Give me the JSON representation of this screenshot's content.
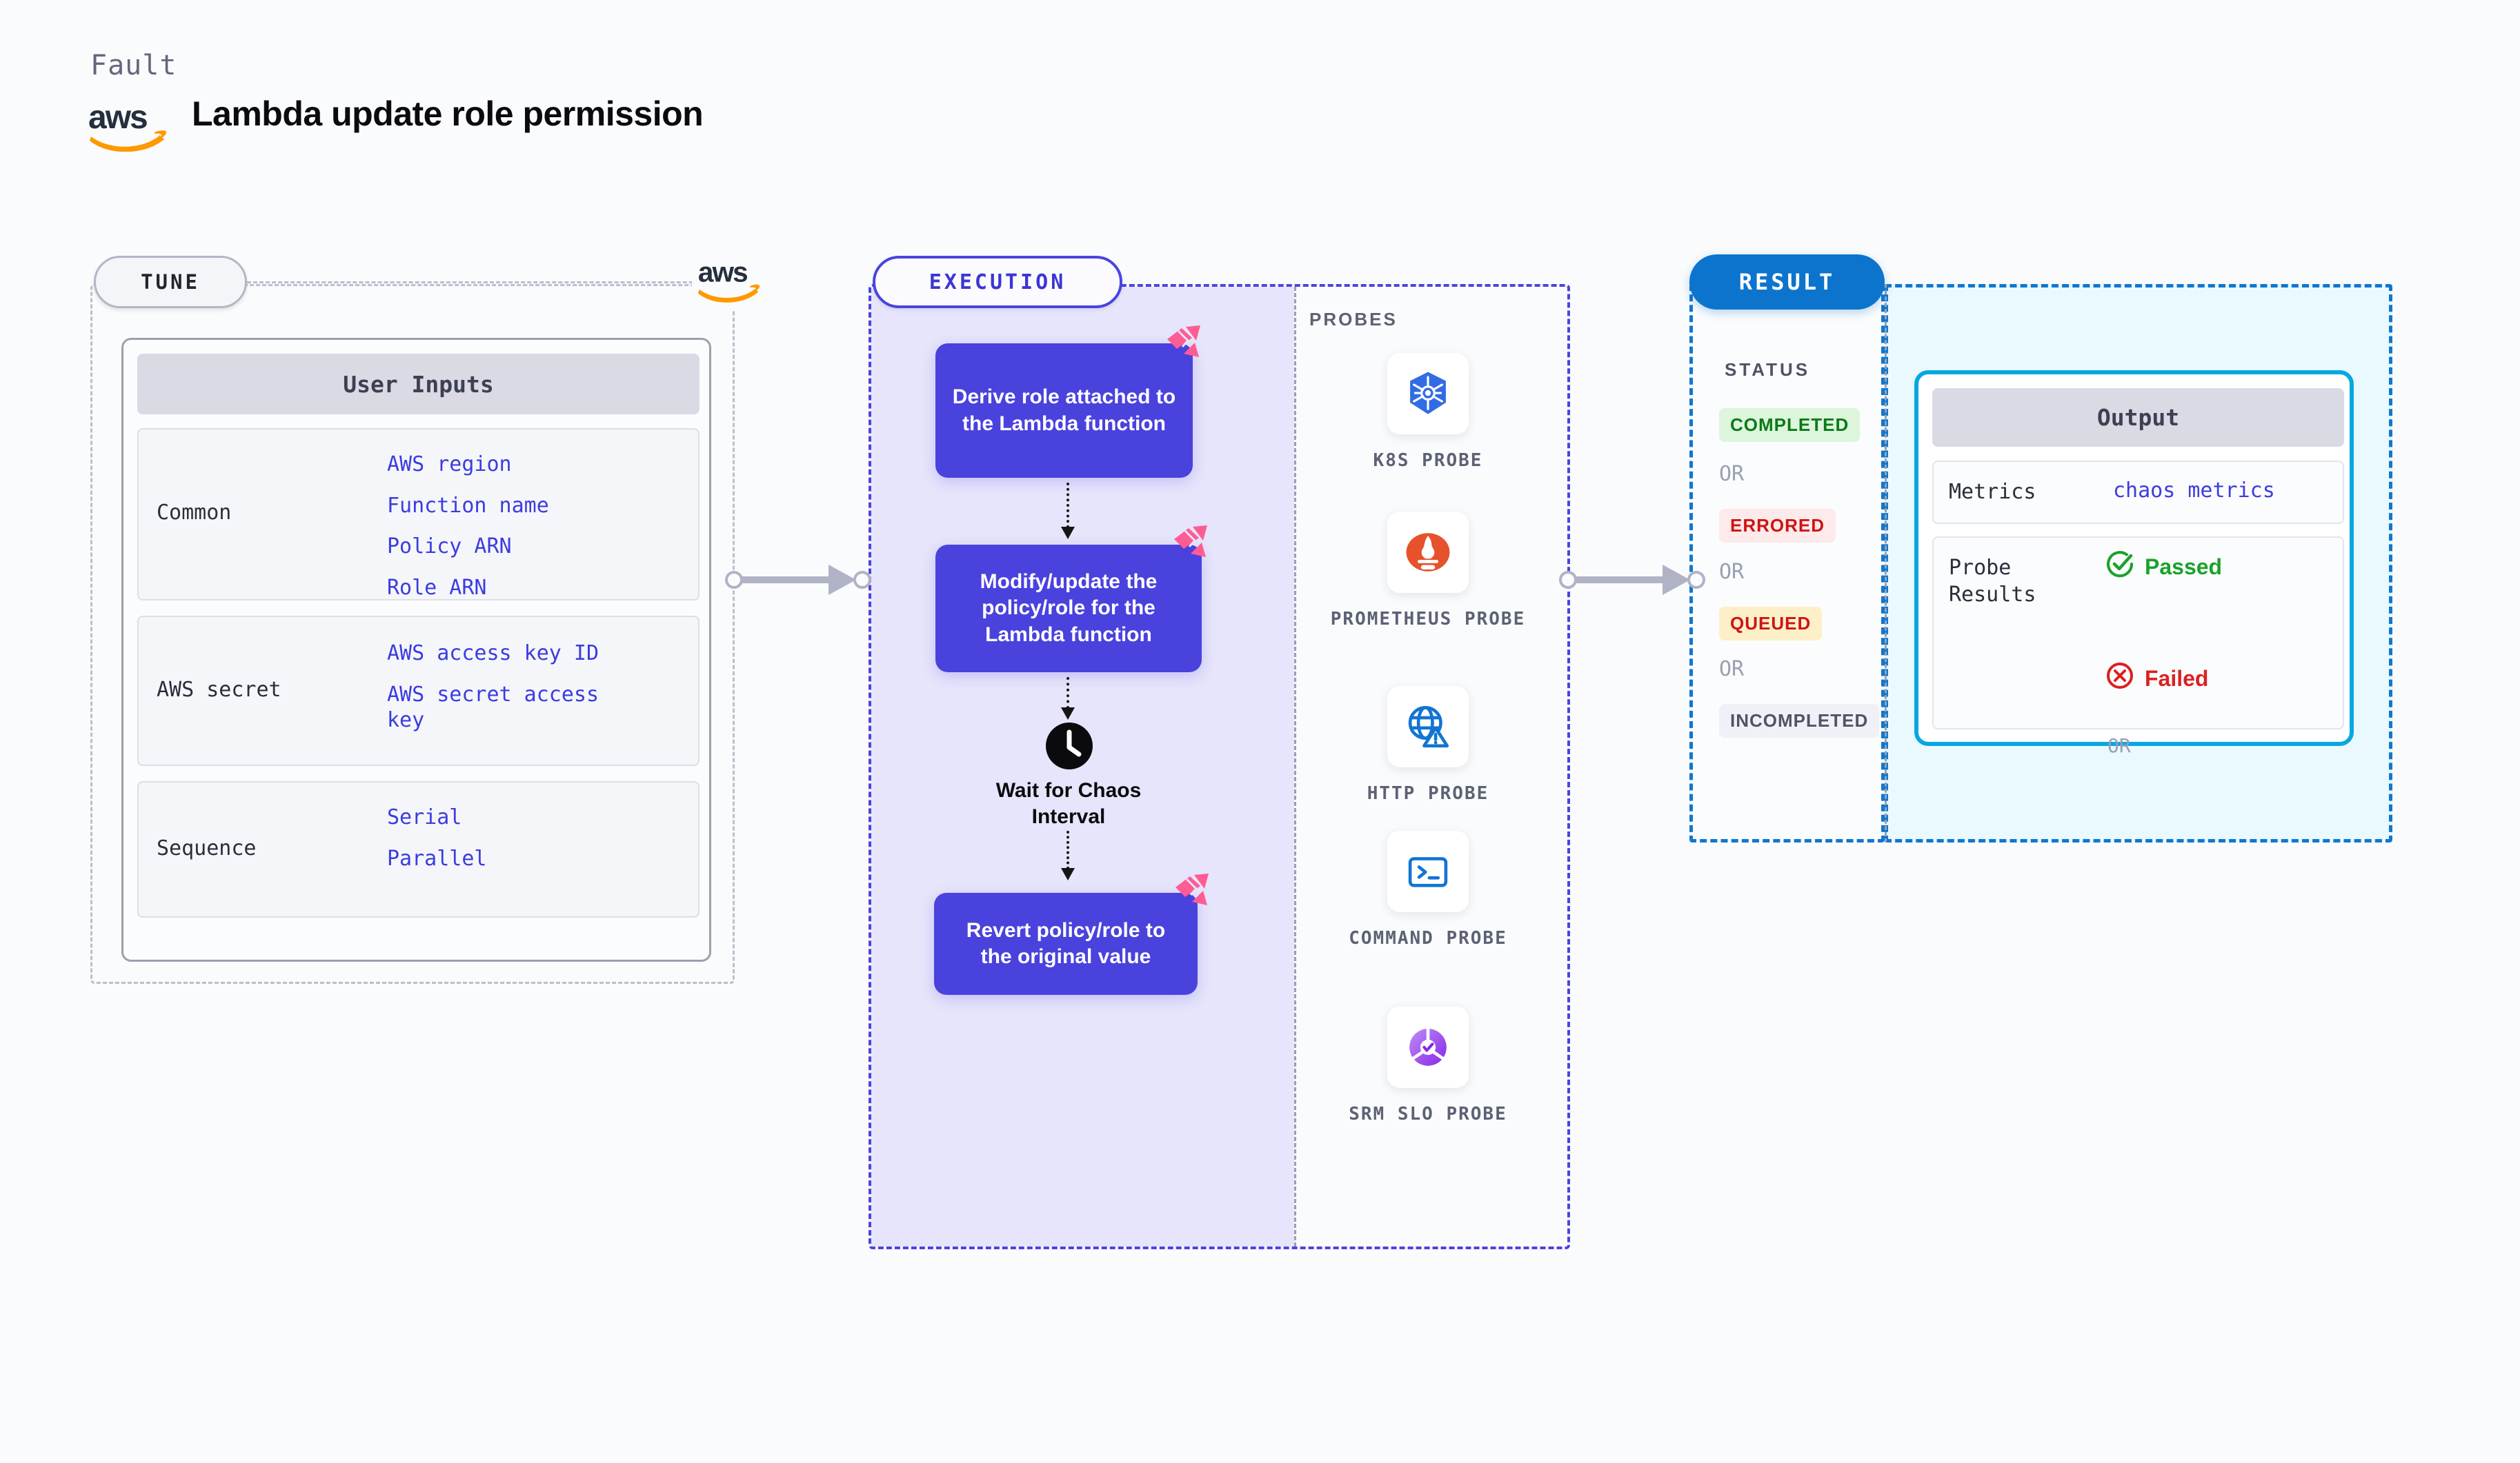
{
  "header": {
    "kicker": "Fault",
    "logo_icon": "aws-logo",
    "title": "Lambda update role permission"
  },
  "tune": {
    "pill_label": "TUNE",
    "brand_icon": "aws-logo",
    "card_title": "User Inputs",
    "groups": [
      {
        "label": "Common",
        "values": [
          "AWS region",
          "Function name",
          "Policy ARN",
          "Role ARN"
        ]
      },
      {
        "label": "AWS secret",
        "values": [
          "AWS access key ID",
          "AWS secret access key"
        ]
      },
      {
        "label": "Sequence",
        "values": [
          "Serial",
          "Parallel"
        ]
      }
    ]
  },
  "execution": {
    "pill_label": "EXECUTION",
    "steps": [
      {
        "text": "Derive role attached to the Lambda function",
        "badge_icon": "chaos-fault-icon"
      },
      {
        "text": "Modify/update the policy/role for the Lambda function",
        "badge_icon": "chaos-fault-icon"
      },
      {
        "text": "Revert policy/role to the original value",
        "badge_icon": "chaos-fault-icon"
      }
    ],
    "wait": {
      "icon": "clock-icon",
      "label": "Wait for Chaos Interval"
    }
  },
  "probes": {
    "title": "PROBES",
    "items": [
      {
        "label": "K8S PROBE",
        "icon": "kubernetes-icon"
      },
      {
        "label": "PROMETHEUS PROBE",
        "icon": "prometheus-icon"
      },
      {
        "label": "HTTP PROBE",
        "icon": "globe-warning-icon"
      },
      {
        "label": "COMMAND PROBE",
        "icon": "terminal-icon"
      },
      {
        "label": "SRM SLO PROBE",
        "icon": "srm-slo-icon"
      }
    ]
  },
  "result": {
    "pill_label": "RESULT",
    "status_title": "STATUS",
    "or_label": "OR",
    "statuses": [
      {
        "label": "COMPLETED",
        "color": "#0a7a18",
        "bg": "#dcf5dc"
      },
      {
        "label": "ERRORED",
        "color": "#cf1313",
        "bg": "#fdeaea"
      },
      {
        "label": "QUEUED",
        "color": "#cf1313",
        "bg": "#fdf0c8"
      },
      {
        "label": "INCOMPLETED",
        "color": "#4e5464",
        "bg": "#f0f1f6"
      }
    ],
    "output": {
      "title": "Output",
      "metrics_label": "Metrics",
      "metrics_value": "chaos metrics",
      "probe_results_label": "Probe Results",
      "or_label": "OR",
      "passed": {
        "label": "Passed",
        "icon": "check-circle-icon",
        "color": "#19a22a"
      },
      "failed": {
        "label": "Failed",
        "icon": "x-circle-icon",
        "color": "#dc2020"
      }
    }
  },
  "colors": {
    "accent_purple": "#4a42dd",
    "accent_blue": "#0c74cd",
    "accent_cyan": "#09a7e0",
    "chaos_pink": "#ff5c93",
    "aws_orange": "#ff9900",
    "link_blue": "#3b3ce0"
  }
}
